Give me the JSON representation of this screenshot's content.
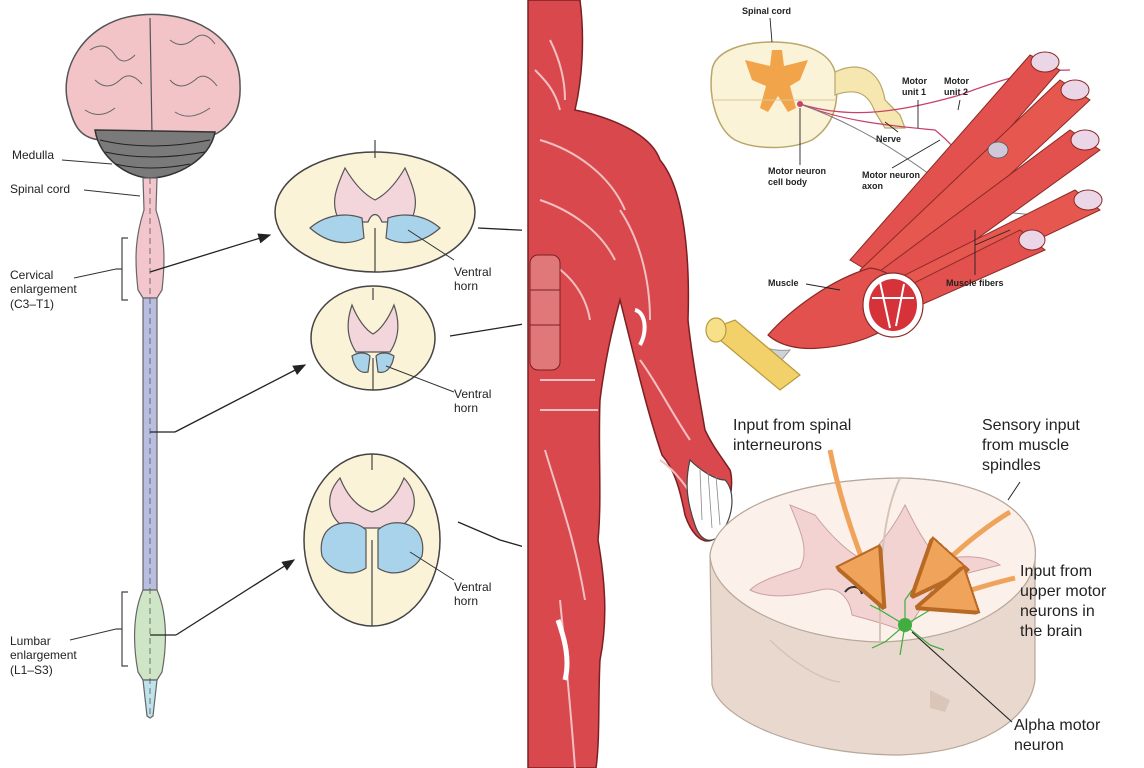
{
  "spinal_cord_panel": {
    "medulla": "Medulla",
    "spinal_cord": "Spinal cord",
    "cervical_line1": "Cervical",
    "cervical_line2": "enlargement",
    "cervical_line3": "(C3–T1)",
    "lumbar_line1": "Lumbar",
    "lumbar_line2": "enlargement",
    "lumbar_line3": "(L1–S3)",
    "ventral_horn_line1": "Ventral",
    "ventral_horn_line2": "horn"
  },
  "motor_unit_panel": {
    "spinal_cord": "Spinal cord",
    "motor_unit1_line1": "Motor",
    "motor_unit1_line2": "unit 1",
    "motor_unit2_line1": "Motor",
    "motor_unit2_line2": "unit 2",
    "nerve": "Nerve",
    "cell_body_line1": "Motor neuron",
    "cell_body_line2": "cell body",
    "axon_line1": "Motor neuron",
    "axon_line2": "axon",
    "muscle": "Muscle",
    "muscle_fibers": "Muscle fibers"
  },
  "cross_section_panel": {
    "interneurons_line1": "Input from spinal",
    "interneurons_line2": "interneurons",
    "sensory_line1": "Sensory input",
    "sensory_line2": "from muscle",
    "sensory_line3": "spindles",
    "upper_line1": "Input from",
    "upper_line2": "upper motor",
    "upper_line3": "neurons in",
    "upper_line4": "the brain",
    "alpha_line1": "Alpha motor",
    "alpha_line2": "neuron"
  },
  "colors": {
    "cord_cervical": "#f2c6cc",
    "cord_thoracic": "#b9bde0",
    "cord_lumbar": "#cfe6c6",
    "cord_sacral": "#bfe3ea",
    "white_matter": "#fbf3d8",
    "gray_matter": "#f3d6dc",
    "ventral_horn": "#a9d3ea",
    "muscle_red": "#d9484c",
    "arrow_orange": "#f0a35a",
    "neuron_green": "#3fae3f"
  }
}
